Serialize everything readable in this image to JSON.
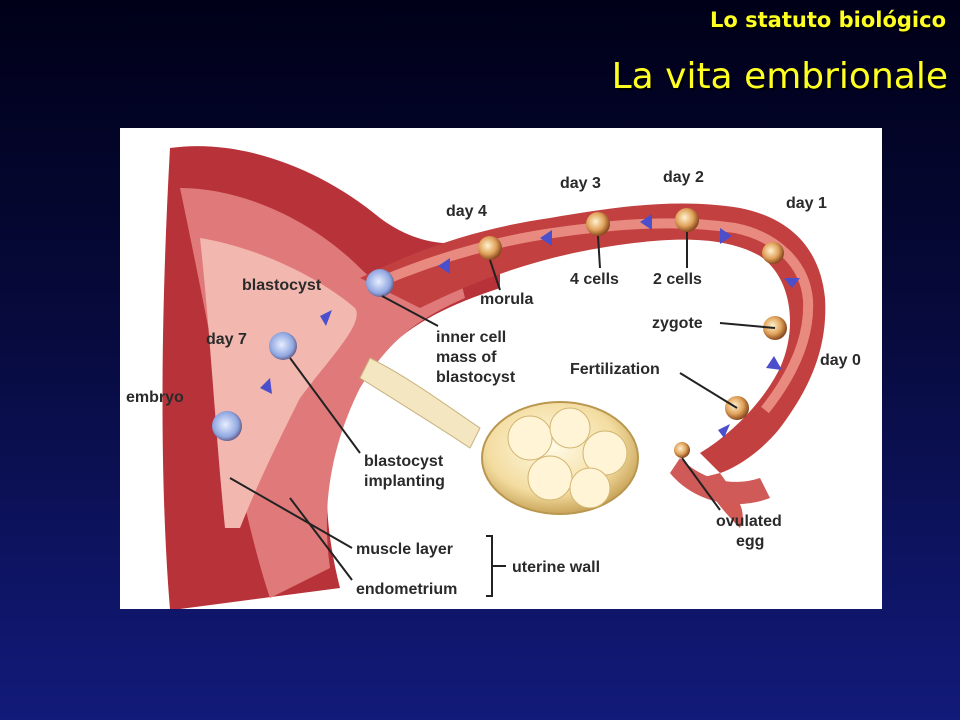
{
  "header": {
    "subtitle": "Lo statuto biológico",
    "title": "La vita embrionale"
  },
  "diagram": {
    "labels": {
      "day4": "day 4",
      "day3": "day 3",
      "day2": "day 2",
      "day1": "day 1",
      "day0": "day 0",
      "day7": "day 7",
      "blastocyst": "blastocyst",
      "morula": "morula",
      "four_cells": "4 cells",
      "two_cells": "2 cells",
      "zygote": "zygote",
      "fertilization": "Fertilization",
      "icm_1": "inner cell",
      "icm_2": "mass of",
      "icm_3": "blastocyst",
      "embryo": "embryo",
      "implanting_1": "blastocyst",
      "implanting_2": "implanting",
      "ovulated_1": "ovulated",
      "ovulated_2": "egg",
      "muscle_layer": "muscle layer",
      "endometrium": "endometrium",
      "uterine_wall": "uterine wall"
    }
  }
}
